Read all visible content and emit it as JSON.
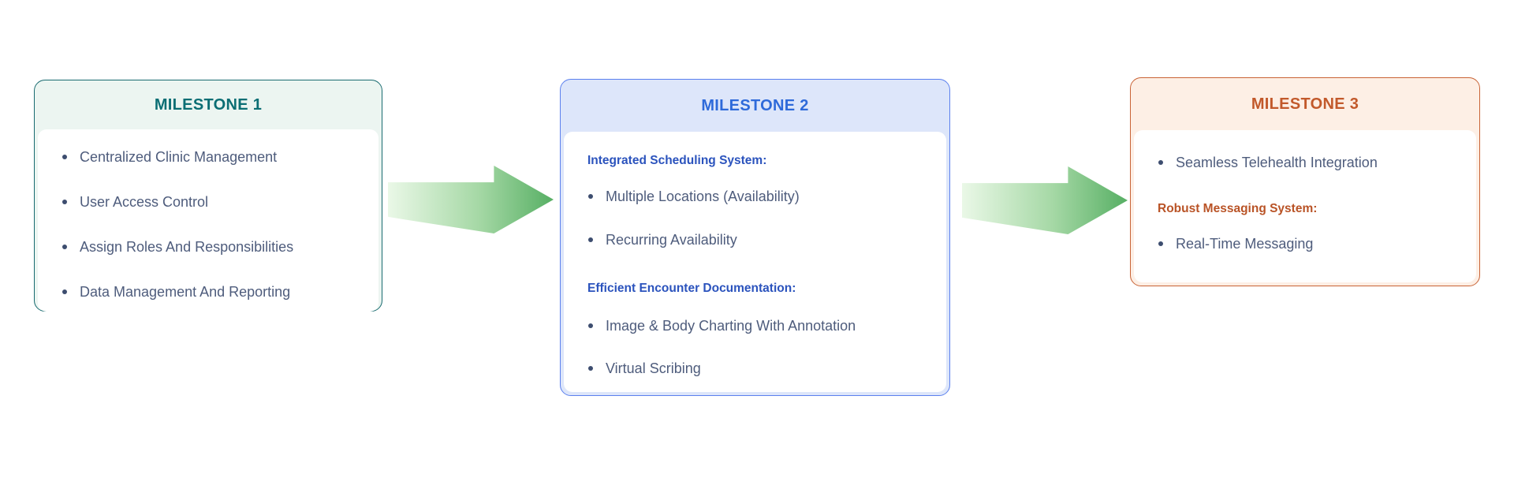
{
  "diagram": {
    "type": "milestone-roadmap-flow",
    "background": "#ffffff",
    "body_text_color": "#4e5c7c",
    "bullet_dot_color": "#3d4d6f",
    "arrows": [
      {
        "name": "arrow-1",
        "direction": "right",
        "gradient_start": "#eaf8e7",
        "gradient_end": "#57af64"
      },
      {
        "name": "arrow-2",
        "direction": "right",
        "gradient_start": "#eaf8e7",
        "gradient_end": "#57af64"
      }
    ]
  },
  "milestones": [
    {
      "title": "MILESTONE 1",
      "colors": {
        "border": "#196b70",
        "header_bg": "#ecf5f1",
        "title": "#0b6e74"
      },
      "sections": [
        {
          "heading": "",
          "bullets": [
            "Centralized Clinic Management",
            "User Access Control",
            "Assign Roles And Responsibilities",
            "Data Management And Reporting"
          ]
        }
      ]
    },
    {
      "title": "MILESTONE 2",
      "colors": {
        "border": "#5b80ee",
        "header_bg": "#dde6fa",
        "title": "#2e6ada",
        "heading": "#2b53bd"
      },
      "sections": [
        {
          "heading": "Integrated Scheduling System:",
          "bullets": [
            "Multiple Locations (Availability)",
            "Recurring Availability"
          ]
        },
        {
          "heading": "Efficient Encounter Documentation:",
          "bullets": [
            "Image & Body Charting With Annotation",
            "Virtual Scribing"
          ]
        }
      ]
    },
    {
      "title": "MILESTONE 3",
      "colors": {
        "border": "#c96335",
        "header_bg": "#fdefe5",
        "title": "#c2592b",
        "heading": "#b95326"
      },
      "sections": [
        {
          "heading": "",
          "bullets": [
            "Seamless Telehealth Integration"
          ]
        },
        {
          "heading": "Robust Messaging System:",
          "bullets": [
            "Real-Time Messaging"
          ]
        }
      ]
    }
  ]
}
